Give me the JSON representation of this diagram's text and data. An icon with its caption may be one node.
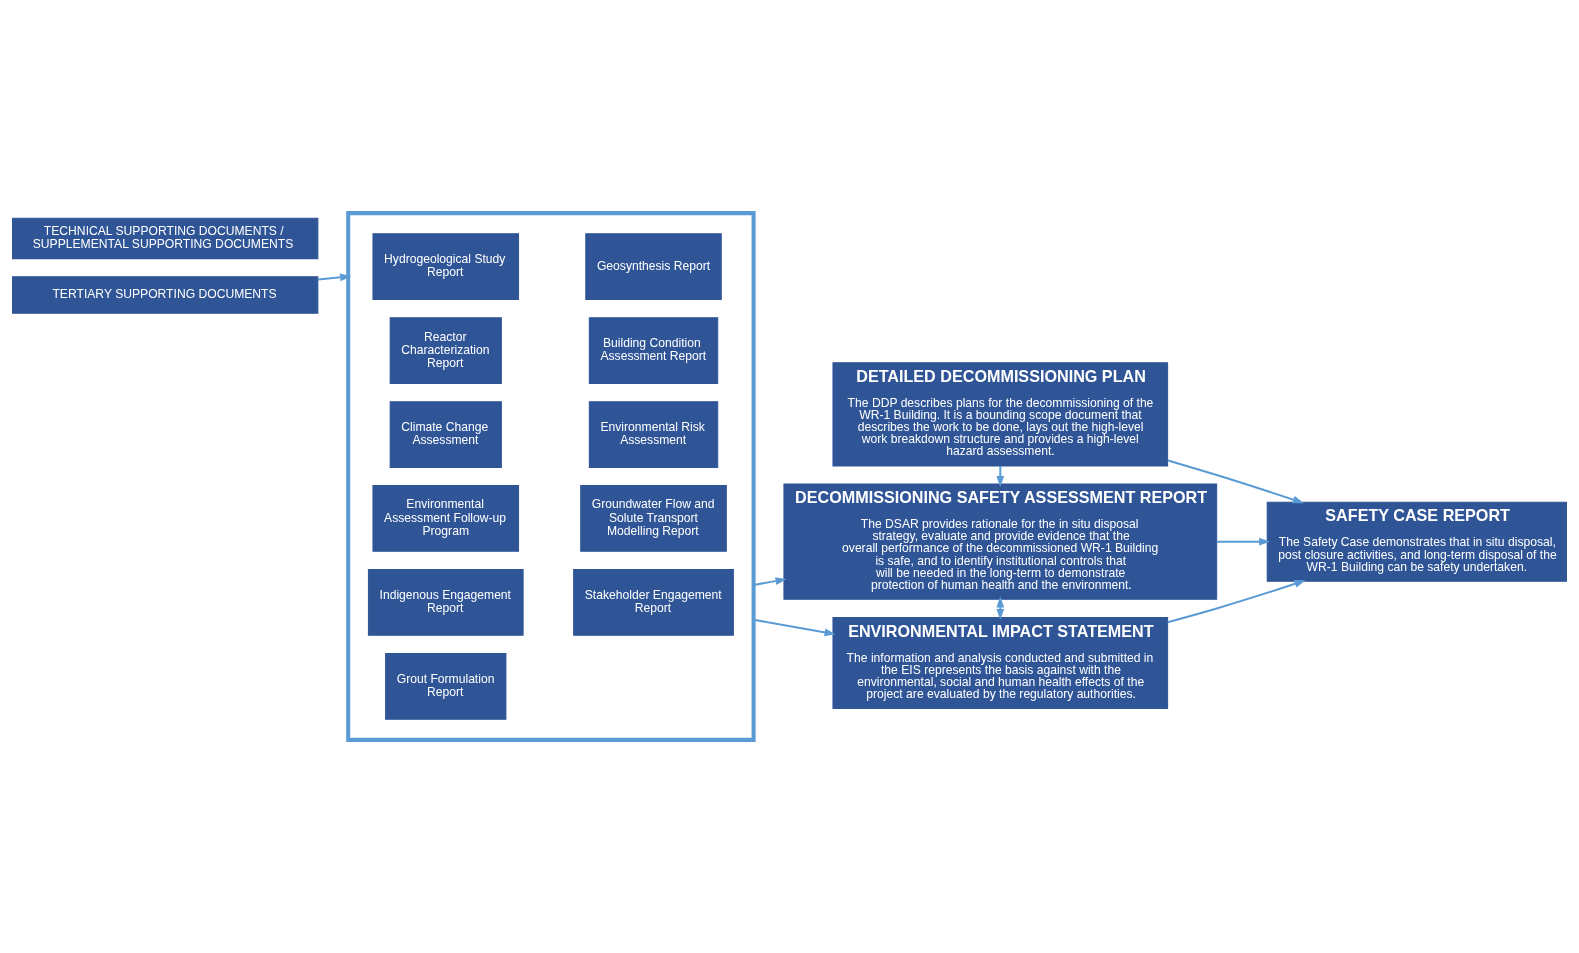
{
  "diagram": {
    "nodes": [
      {
        "text": [
          "TECHNICAL SUPPORTING DOCUMENTS / SUPPLEMENTAL SUPPORTING DOCUMENTS"
        ]
      },
      {
        "text": [],
        "shape": "box"
      },
      {
        "text": [
          "Hydrogeological Study Report"
        ],
        "in": 1
      },
      {
        "text": [
          "Geosynthesis Report"
        ],
        "in": 1
      },
      {
        "text": [
          "Reactor Characterization Report"
        ],
        "in": 1
      },
      {
        "text": [
          "Building Condition Assessment Report"
        ],
        "in": 1
      },
      {
        "text": [
          "Climate Change Assessment"
        ],
        "in": 1
      },
      {
        "text": [
          "Environmental Risk Assessment"
        ],
        "in": 1
      },
      {
        "text": [
          "Environmental Assessment Follow-up Program"
        ],
        "in": 1
      },
      {
        "text": [
          "Groundwater Flow and Solute Transport Modelling Report"
        ],
        "in": 1
      },
      {
        "text": [
          "Indigenous Engagement Report"
        ],
        "in": 1
      },
      {
        "text": [
          "Stakeholder Engagement Report"
        ],
        "in": 1
      },
      {
        "text": [
          "Grout Formulation Report"
        ],
        "in": 1
      },
      {
        "text": [
          "DETAILED DECOMMISSIONING PLAN",
          "The DDP describes plans for the decommissioning of the WR-1 Building. It is a bounding scope document that describes the work to be done, lays out the high-level work breakdown structure and provides a high-level hazard assessment."
        ]
      },
      {
        "text": [
          "DECOMMISSIONING SAFETY ASSESSMENT REPORT",
          "The DSAR provides rationale for the in situ disposal strategy, evaluate and provide evidence that the overall performance of the decommissioned WR-1 Building is safe, and to identify institutional controls that will be needed in the long-term to demonstrate protection of human health and the environment."
        ]
      },
      {
        "text": [
          "ENVIRONMENTAL IMPACT STATEMENT",
          "The information and analysis conducted and submitted in the EIS represents the basis against with the environmental, social and human health effects of the project are evaluated by the regulatory authorities."
        ]
      },
      {
        "text": [
          "SAFETY CASE REPORT",
          "The Safety Case demonstrates that in situ disposal, post closure activities, and long-term disposal of the WR-1 Building can be safety undertaken."
        ]
      },
      {
        "text": [
          "TERTIARY SUPPORTING DOCUMENTS"
        ]
      }
    ],
    "edges": [
      {
        "from": 17,
        "to": 1,
        "arrow": "to"
      },
      {
        "from": 1,
        "to": 14,
        "arrow": "to"
      },
      {
        "from": 1,
        "to": 15,
        "arrow": "to"
      },
      {
        "from": 13,
        "to": 14,
        "arrow": "to"
      },
      {
        "from": 14,
        "to": 15,
        "arrow": "both"
      },
      {
        "from": 13,
        "to": 16,
        "arrow": "to"
      },
      {
        "from": 14,
        "to": 16,
        "arrow": "to"
      },
      {
        "from": 15,
        "to": 16,
        "arrow": "to"
      }
    ]
  }
}
